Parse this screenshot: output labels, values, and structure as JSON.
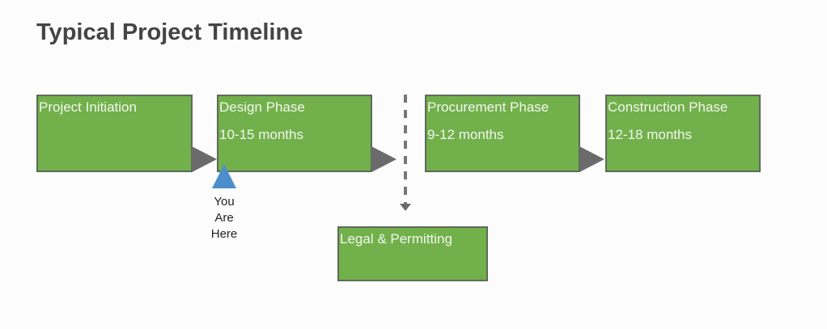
{
  "title": "Typical Project Timeline",
  "phases": [
    {
      "name": "Project Initiation",
      "duration": ""
    },
    {
      "name": "Design Phase",
      "duration": "10-15 months"
    },
    {
      "name": "Procurement Phase",
      "duration": "9-12 months"
    },
    {
      "name": "Construction Phase",
      "duration": "12-18 months"
    }
  ],
  "side_phase": {
    "name": "Legal & Permitting"
  },
  "marker": {
    "line1": "You",
    "line2": "Are",
    "line3": "Here"
  },
  "colors": {
    "box": "#72b04c",
    "arrow": "#6b6b6b",
    "marker": "#4a8fcb"
  }
}
